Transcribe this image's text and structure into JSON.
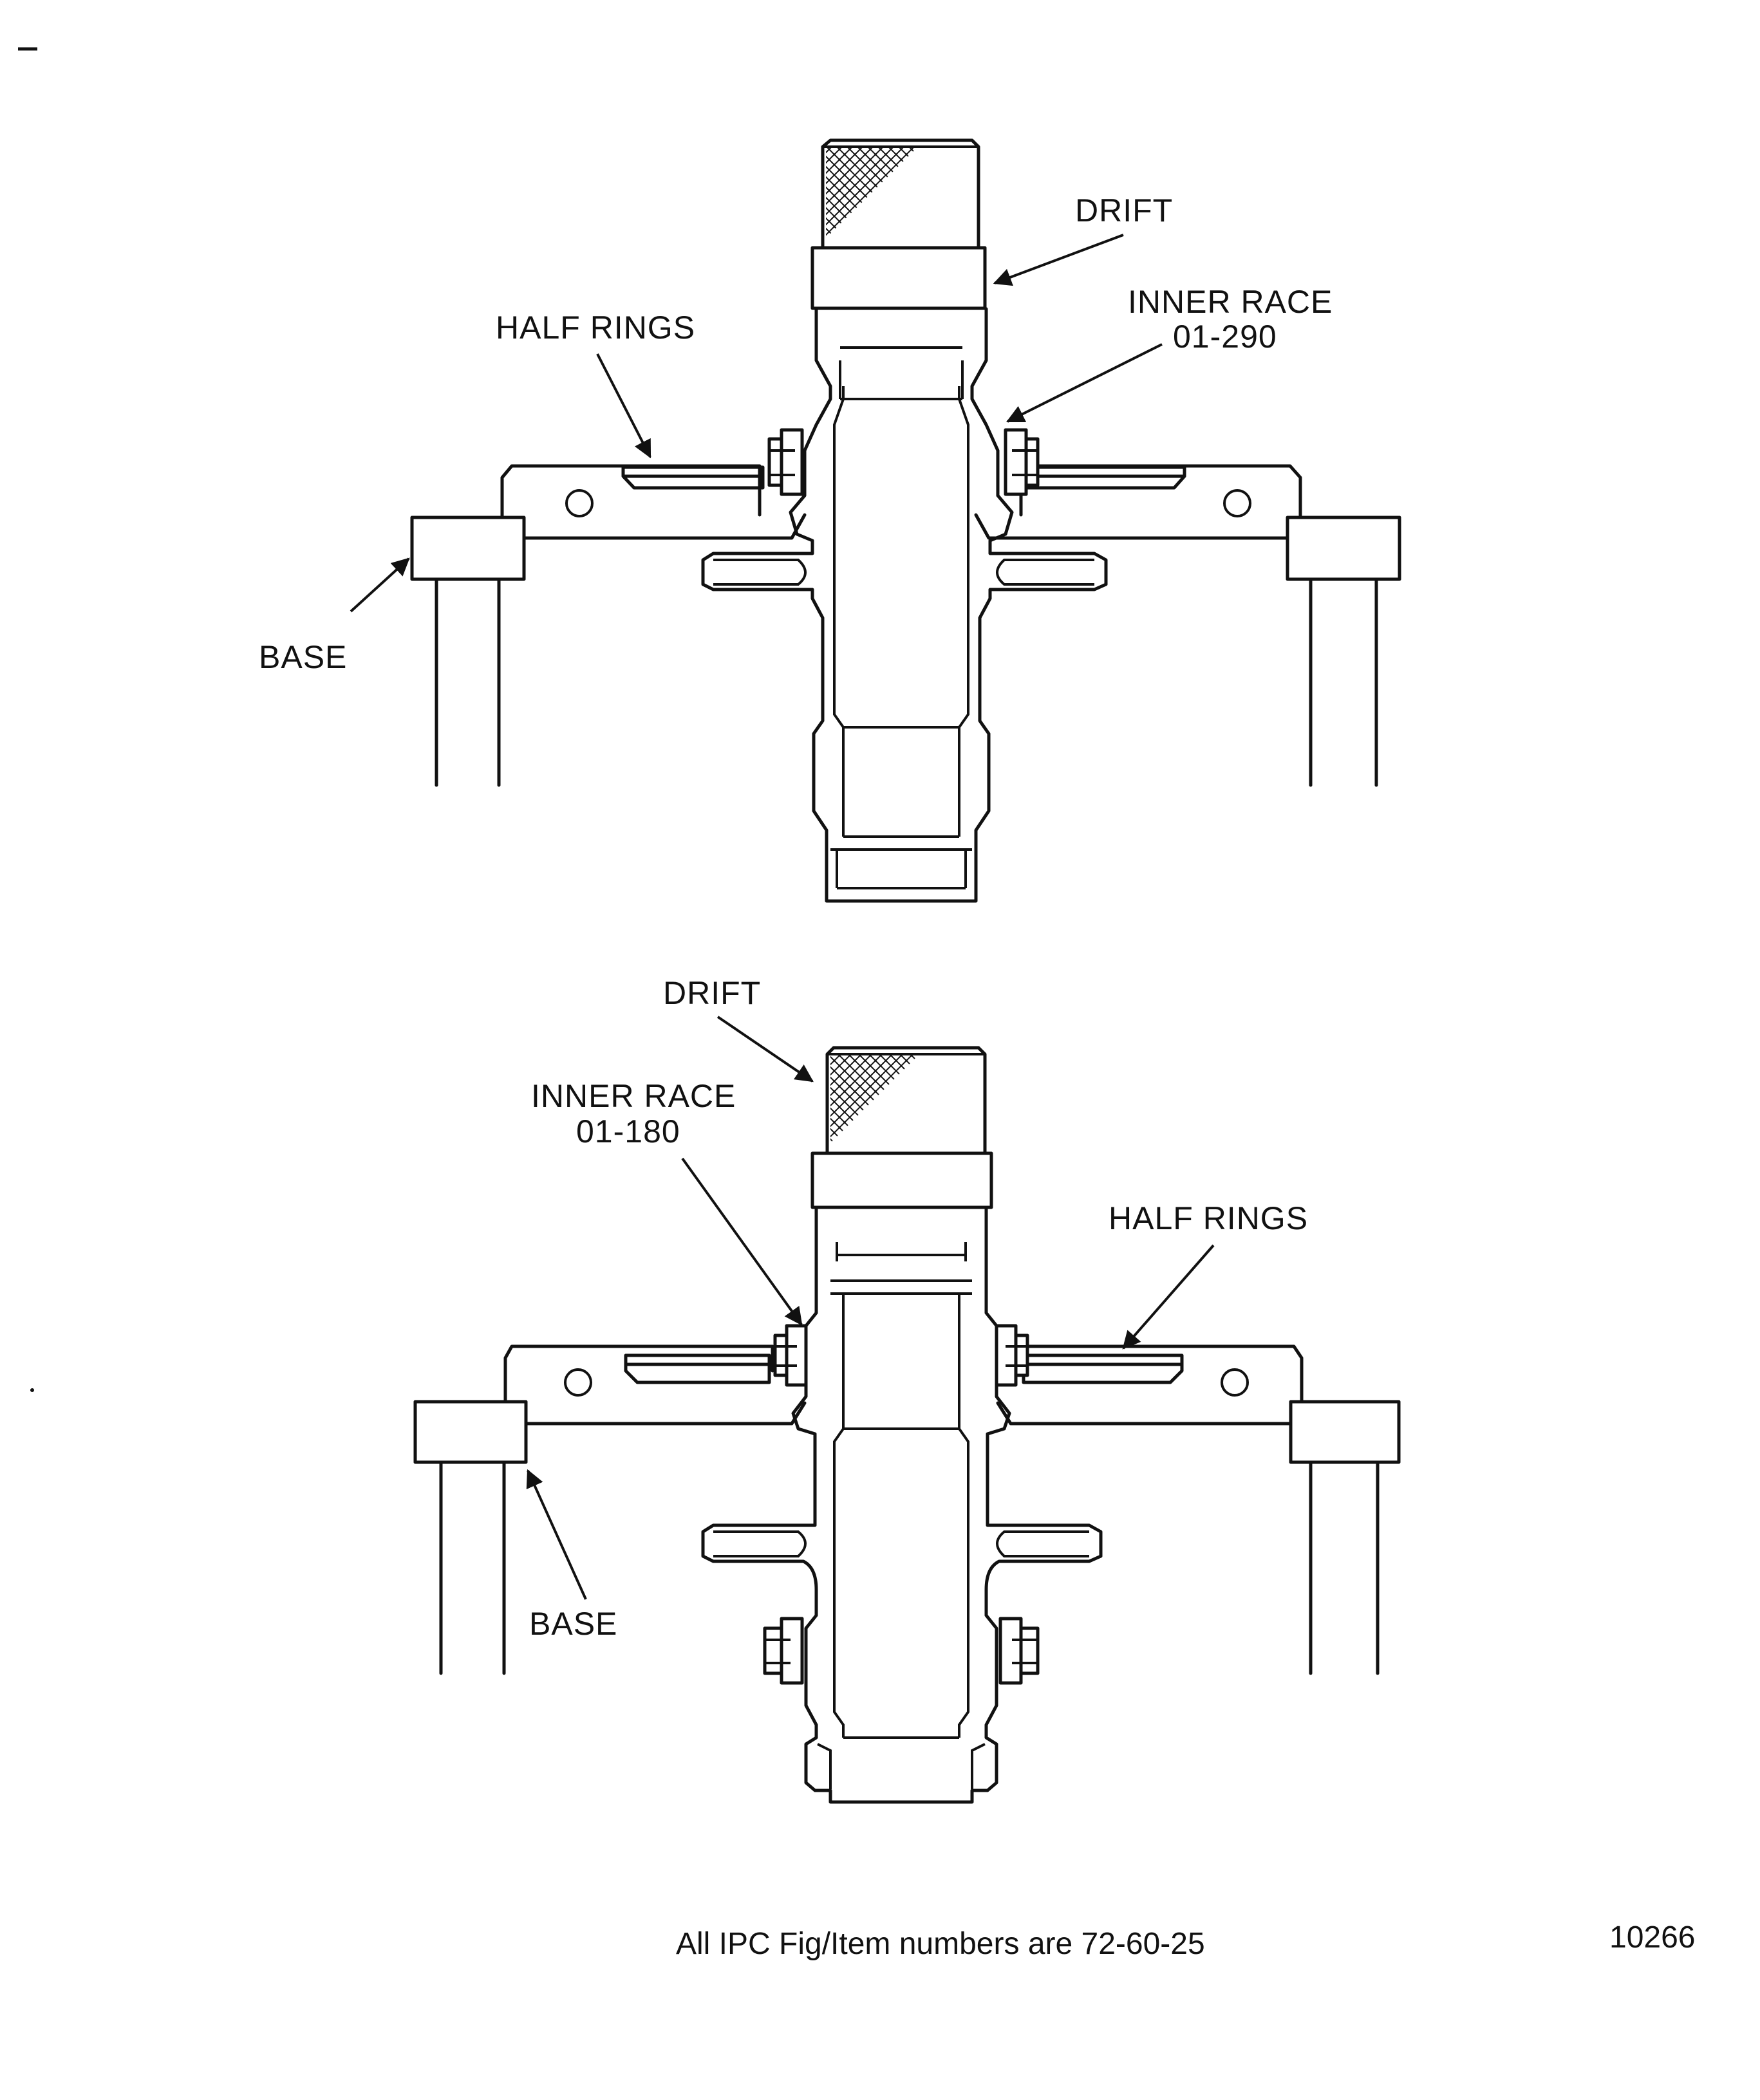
{
  "top_view": {
    "labels": {
      "drift": "DRIFT",
      "inner_race": "INNER RACE",
      "inner_race_item": "01-290",
      "half_rings": "HALF RINGS",
      "base": "BASE"
    }
  },
  "bottom_view": {
    "labels": {
      "drift": "DRIFT",
      "inner_race": "INNER RACE",
      "inner_race_item": "01-180",
      "half_rings": "HALF RINGS",
      "base": "BASE"
    }
  },
  "footer": {
    "caption": "All IPC Fig/Item numbers are 72-60-25",
    "figure_number": "10266"
  }
}
